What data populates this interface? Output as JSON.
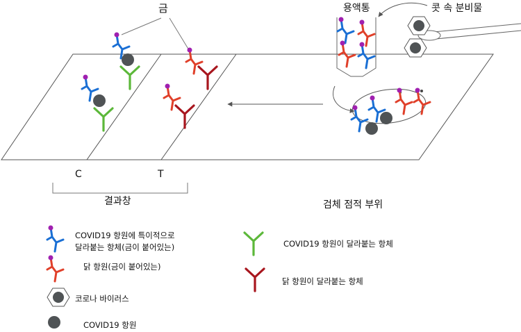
{
  "labels": {
    "gold": "금",
    "solution_tube": "용액통",
    "nasal_secretion": "콧 속 분비물",
    "control_line": "C",
    "test_line": "T",
    "result_window": "결과창",
    "sample_pad": "검체 점적 부위"
  },
  "legend": {
    "covid_gold_antibody_line1": "COVID19 항원에 특이적으로",
    "covid_gold_antibody_line2": "달라붙는 항체(금이 붙어있는)",
    "chicken_antigen": "닭 항원(금이 붙어있는)",
    "corona_virus": "코로나 바이러스",
    "covid_antigen": "COVID19 항원",
    "covid_capture_antibody": "COVID19 항원이 달라붙는 항체",
    "chicken_capture_antibody": "닭 항원이 달라붙는 항체"
  },
  "colors": {
    "blue_antibody": "#1a6fd4",
    "red_antigen": "#e0402a",
    "green_antibody": "#5cb83a",
    "darkred_antibody": "#a8161e",
    "gold_particle": "#a020b0",
    "antigen_gray": "#4f5355",
    "outline": "#555555"
  }
}
